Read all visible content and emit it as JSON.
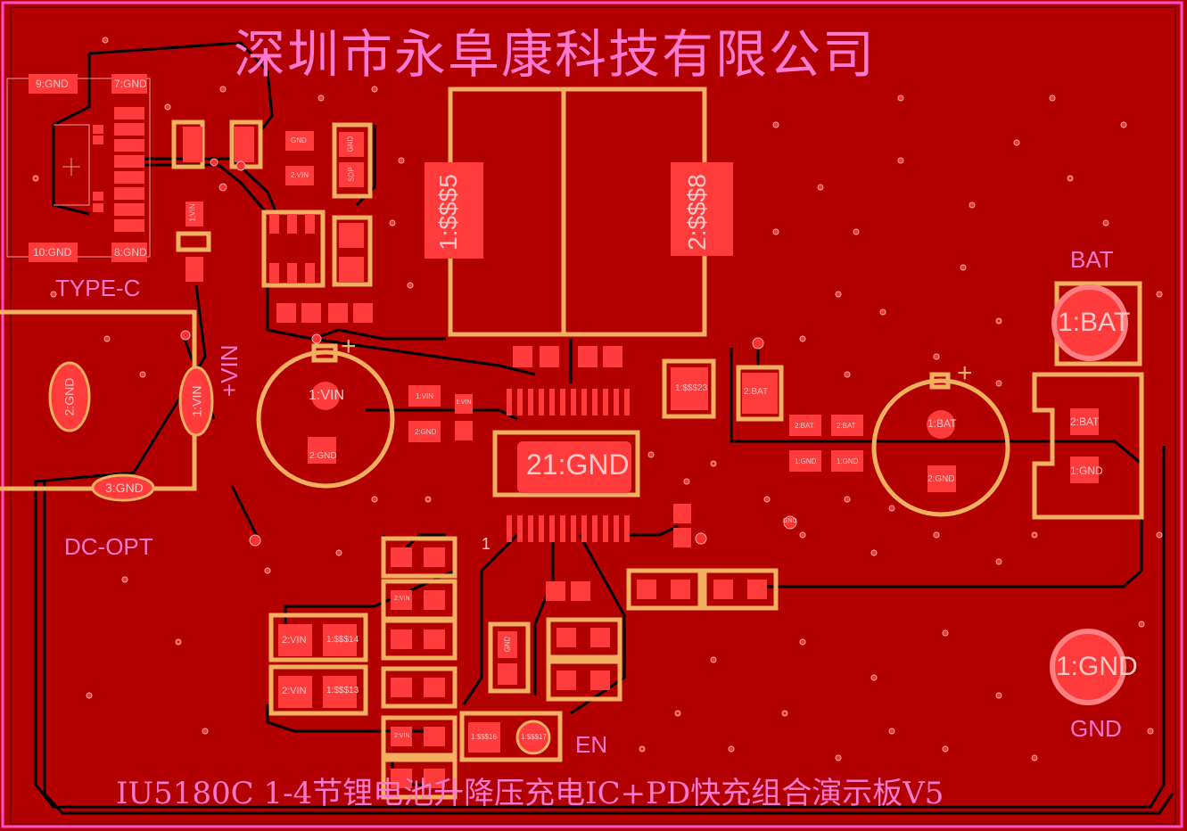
{
  "board": {
    "title": "深圳市永阜康科技有限公司",
    "footer": "IU5180C 1-4节锂电池升降压充电IC+PD快充组合演示板V5"
  },
  "labels": {
    "type_c": "TYPE-C",
    "dc_opt": "DC-OPT",
    "vin_plus": "+VIN",
    "bat": "BAT",
    "gnd": "GND",
    "en": "EN",
    "pin1_mark": "1",
    "plus_cap1": "+",
    "plus_cap2": "+"
  },
  "pads": {
    "usb_9gnd": "9:GND",
    "usb_7gnd": "7:GND",
    "usb_10gnd": "10:GND",
    "usb_8gnd": "8:GND",
    "c_gnd_top": "GND",
    "c_2vin": "2:VIN",
    "c_1vin": "1:VIN",
    "d1_gnd": "GND",
    "d1_sdp": "SDP",
    "ind1": "1:$$$5",
    "ind2": "2:$$$8",
    "dc_2gnd": "2:GND",
    "dc_1vin": "1:VIN",
    "dc_3gnd": "3:GND",
    "cap1_vin": "1:VIN",
    "cap1_gnd": "2:GND",
    "r_1vin": "1:VIN",
    "r_2gnd": "2:GND",
    "r_vin_small": "1:VIN",
    "ic_gnd": "21:GND",
    "q_23": "1:$$$23",
    "q_bat": "2:BAT",
    "c_2bat_a": "2:BAT",
    "c_2bat_b": "2:BAT",
    "c_1gnd_a": "1:GND",
    "c_1gnd_b": "1:GND",
    "cap2_bat": "1:BAT",
    "cap2_gnd": "2:GND",
    "conn_bat": "2:BAT",
    "conn_gnd": "1:GND",
    "test_bat": "1:BAT",
    "test_gnd": "1:GND",
    "gnd_small": "GND",
    "r_2vin_a": "2:VIN",
    "r_2vin_b": "2:VIN",
    "r_14": "1:$$$14",
    "r_13": "1:$$$13",
    "r_2vin_col": "2:VIN",
    "r_2vin_col2": "2:VIN",
    "r_gnd_vert": "GND",
    "en_pad1": "1:$$$16",
    "en_pad2": "1:$$$17"
  },
  "colors": {
    "board": "#b20000",
    "pad": "#ff3b3b",
    "silkscreen": "#ff7ad0",
    "outline": "#f2b060",
    "trace": "#000000",
    "via": "#ff3030"
  }
}
